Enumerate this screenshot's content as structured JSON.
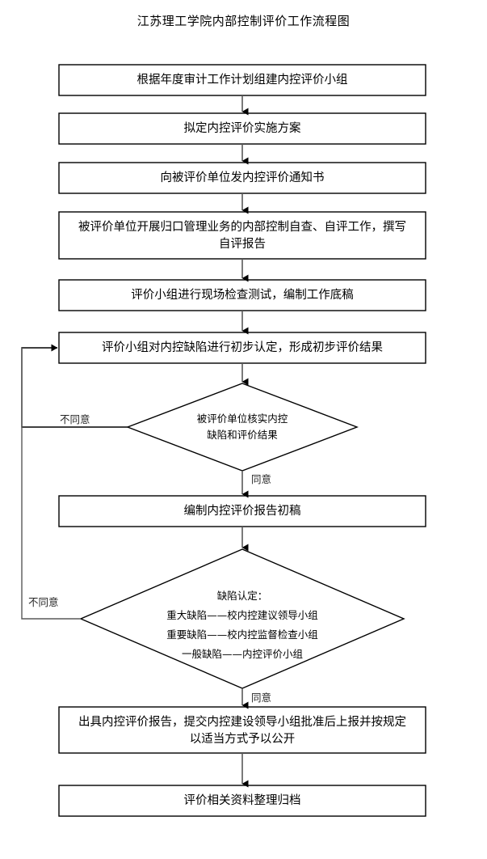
{
  "title": "江苏理工学院内部控制评价工作流程图",
  "colors": {
    "stroke": "#000000",
    "connector": "#595959",
    "label": "#262626",
    "background": "#ffffff"
  },
  "nodes": {
    "step1": {
      "shape": "process",
      "text": "根据年度审计工作计划组建内控评价小组"
    },
    "step2": {
      "shape": "process",
      "text": "拟定内控评价实施方案"
    },
    "step3": {
      "shape": "process",
      "text": "向被评价单位发内控评价通知书"
    },
    "step4": {
      "shape": "process",
      "text": "被评价单位开展归口管理业务的内部控制自查、自评工作，撰写\n自评报告"
    },
    "step5": {
      "shape": "process",
      "text": "评价小组进行现场检查测试，编制工作底稿"
    },
    "step6": {
      "shape": "process",
      "text": "评价小组对内控缺陷进行初步认定，形成初步评价结果"
    },
    "decision1": {
      "shape": "decision",
      "text": "被评价单位核实内控\n缺陷和评价结果"
    },
    "step7": {
      "shape": "process",
      "text": "编制内控评价报告初稿"
    },
    "decision2": {
      "shape": "decision",
      "text": "缺陷认定：\n重大缺陷——校内控建议领导小组\n重要缺陷——校内控监督检查小组\n一般缺陷——内控评价小组"
    },
    "step8": {
      "shape": "process",
      "text": "出具内控评价报告，提交内控建设领导小组批准后上报并按规定\n以适当方式予以公开"
    },
    "step9": {
      "shape": "process",
      "text": "评价相关资料整理归档"
    }
  },
  "edge_labels": {
    "decision1_no": "不同意",
    "decision1_yes": "同意",
    "decision2_no": "不同意",
    "decision2_yes": "同意"
  }
}
